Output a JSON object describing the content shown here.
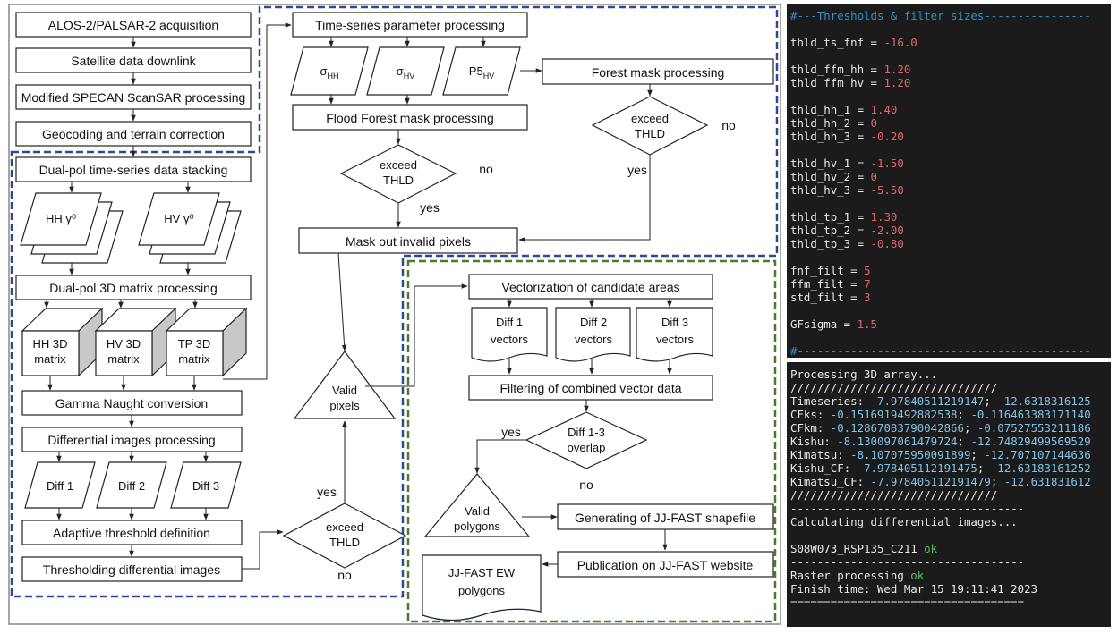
{
  "flowchart": {
    "acquisition": "ALOS-2/PALSAR-2 acquisition",
    "downlink": "Satellite data downlink",
    "specan": "Modified SPECAN ScanSAR processing",
    "geocoding": "Geocoding and terrain correction",
    "stacking": "Dual-pol time-series data stacking",
    "hh_gamma": "HH γ⁰",
    "hv_gamma": "HV γ⁰",
    "matrix_processing": "Dual-pol 3D matrix processing",
    "hh_matrix": [
      "HH 3D",
      "matrix"
    ],
    "hv_matrix": [
      "HV 3D",
      "matrix"
    ],
    "tp_matrix": [
      "TP 3D",
      "matrix"
    ],
    "gamma_conversion": "Gamma Naught conversion",
    "differential_processing": "Differential images processing",
    "diff1": "Diff 1",
    "diff2": "Diff 2",
    "diff3": "Diff 3",
    "adaptive_threshold": "Adaptive threshold definition",
    "thresholding": "Thresholding differential images",
    "time_series_param": "Time-series parameter processing",
    "sigma_hh": "σ",
    "sigma_hh_sub": "HH",
    "sigma_hv": "σ",
    "sigma_hv_sub": "HV",
    "p5_hv": "P5",
    "p5_hv_sub": "HV",
    "flood_forest_mask": "Flood Forest mask processing",
    "forest_mask": "Forest mask processing",
    "exceed_thld": [
      "exceed",
      "THLD"
    ],
    "yes": "yes",
    "no": "no",
    "mask_invalid": "Mask out invalid pixels",
    "valid_pixels": [
      "Valid",
      "pixels"
    ],
    "vectorization": "Vectorization of candidate areas",
    "diff1_vectors": [
      "Diff 1",
      "vectors"
    ],
    "diff2_vectors": [
      "Diff 2",
      "vectors"
    ],
    "diff3_vectors": [
      "Diff 3",
      "vectors"
    ],
    "filtering_combined": "Filtering of combined vector data",
    "diff_overlap": [
      "Diff 1-3",
      "overlap"
    ],
    "valid_polygons": [
      "Valid",
      "polygons"
    ],
    "generating_shapefile": "Generating of JJ-FAST shapefile",
    "publication": "Publication on JJ-FAST website",
    "ew_polygons": [
      "JJ-FAST EW",
      "polygons"
    ]
  },
  "terminal_config": {
    "header": "#---Thresholds & filter sizes----------------",
    "footer": "#--------------------------------------------",
    "groups": [
      [
        [
          "thld_ts_fnf",
          "-16.0"
        ]
      ],
      [
        [
          "thld_ffm_hh",
          "1.20"
        ],
        [
          "thld_ffm_hv",
          "1.20"
        ]
      ],
      [
        [
          "thld_hh_1",
          "1.40"
        ],
        [
          "thld_hh_2",
          "0"
        ],
        [
          "thld_hh_3",
          "-0.20"
        ]
      ],
      [
        [
          "thld_hv_1",
          "-1.50"
        ],
        [
          "thld_hv_2",
          "0"
        ],
        [
          "thld_hv_3",
          "-5.50"
        ]
      ],
      [
        [
          "thld_tp_1",
          "1.30"
        ],
        [
          "thld_tp_2",
          "-2.00"
        ],
        [
          "thld_tp_3",
          "-0.80"
        ]
      ],
      [
        [
          "fnf_filt",
          "5"
        ],
        [
          "ffm_filt",
          "7"
        ],
        [
          "std_filt",
          "3"
        ]
      ],
      [
        [
          "GFsigma",
          "1.5"
        ]
      ]
    ]
  },
  "terminal_log": {
    "processing": "Processing 3D array...",
    "slashes": "///////////////////////////////",
    "rows": [
      [
        "Timeseries",
        "-7.97840511219147",
        "-12.6318316125"
      ],
      [
        "CFks",
        "-0.1516919492882538",
        "-0.116463383171140"
      ],
      [
        "CFkm",
        "-0.12867083790042866",
        "-0.07527553211186"
      ],
      [
        "Kishu",
        "-8.130097061479724",
        "-12.74829499569529"
      ],
      [
        "Kimatsu",
        "-8.107075950091899",
        "-12.707107144636"
      ],
      [
        "Kishu_CF",
        "-7.978405112191475",
        "-12.63183161252"
      ],
      [
        "Kimatsu_CF",
        "-7.978405112191479",
        "-12.631831612"
      ]
    ],
    "dashes": "-----------------------------------",
    "calculating": "Calculating differential images...",
    "scene": "S08W073_RSP135_C211",
    "ok": "ok",
    "raster": "Raster processing",
    "finish": "Finish time: Wed Mar 15 19:11:41 2023",
    "equals": "==================================="
  },
  "colors": {
    "blue_dash": "#2e4b8f",
    "green_dash": "#4e7a2e",
    "terminal_bg": "#1b1b1b",
    "terminal_text": "#e8e8e8",
    "terminal_header": "#2f8fc6",
    "terminal_number": "#e06666",
    "terminal_ok": "#56c05a"
  }
}
